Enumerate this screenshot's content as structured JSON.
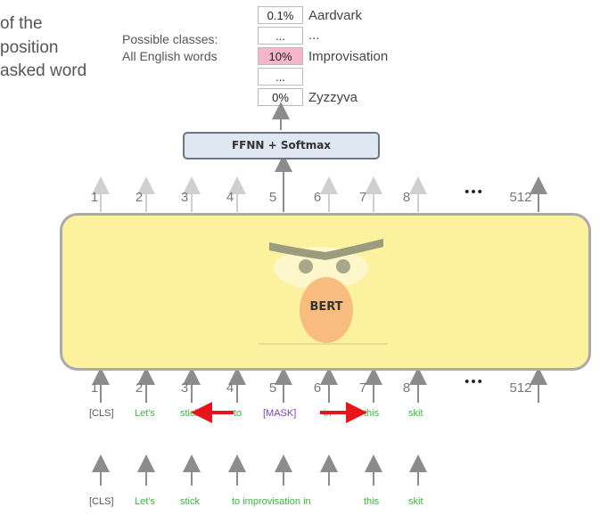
{
  "left_text": [
    "of the",
    "position",
    "asked word"
  ],
  "possible_classes": {
    "line1": "Possible classes:",
    "line2": "All English words"
  },
  "probabilities": [
    {
      "value": "0.1%",
      "label": "Aardvark",
      "highlight": false
    },
    {
      "value": "...",
      "label": "...",
      "highlight": false
    },
    {
      "value": "10%",
      "label": "Improvisation",
      "highlight": true
    },
    {
      "value": "...",
      "label": "",
      "highlight": false
    },
    {
      "value": "0%",
      "label": "Zyzzyva",
      "highlight": false
    }
  ],
  "ffnn_label": "FFNN + Softmax",
  "model_label": "BERT",
  "positions": [
    "1",
    "2",
    "3",
    "4",
    "5",
    "6",
    "7",
    "8",
    "512"
  ],
  "ellipsis": "•••",
  "masked_tokens": [
    "[CLS]",
    "Let's",
    "stick",
    "to",
    "[MASK]",
    "in",
    "this",
    "skit"
  ],
  "original_tokens": [
    "[CLS]",
    "Let's",
    "stick",
    "to improvisation in",
    "this",
    "skit"
  ],
  "colors": {
    "highlight": "#f4b6c8",
    "bert_fill": "#fbf19f",
    "green_token": "#3db53d",
    "mask_token": "#7b3fb5",
    "red_arrow": "#e8141c"
  }
}
